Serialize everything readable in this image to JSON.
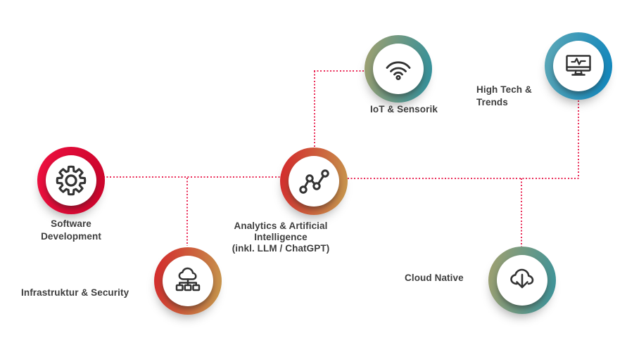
{
  "diagram": {
    "background_color": "#ffffff",
    "connector_color": "#ea2b57",
    "text_color": "#3d3d3d",
    "icon_color": "#333333",
    "nodes": [
      {
        "id": "software-development",
        "label": "Software\nDevelopment",
        "icon": "gear-icon",
        "ring": [
          "#ee1040",
          "#c9042a"
        ]
      },
      {
        "id": "analytics-ai",
        "label": "Analytics  & Artificial\nIntelligence\n(inkl. LLM / ChatGPT)",
        "icon": "line-chart-icon",
        "ring": [
          "#d4252b",
          "#c59c4e"
        ]
      },
      {
        "id": "iot-sensorik",
        "label": "IoT & Sensorik",
        "icon": "wifi-icon",
        "ring": [
          "#a2a06e",
          "#2d8f9d"
        ]
      },
      {
        "id": "high-tech-trends",
        "label": "High Tech &\nTrends",
        "icon": "monitor-pulse-icon",
        "ring": [
          "#5ea8b6",
          "#0d85bd"
        ]
      },
      {
        "id": "infrastruktur-security",
        "label": "Infrastruktur & Security",
        "icon": "cloud-network-icon",
        "ring": [
          "#d4252b",
          "#c59c4e"
        ]
      },
      {
        "id": "cloud-native",
        "label": "Cloud Native",
        "icon": "cloud-download-icon",
        "ring": [
          "#a2a06e",
          "#38929b"
        ]
      }
    ]
  }
}
